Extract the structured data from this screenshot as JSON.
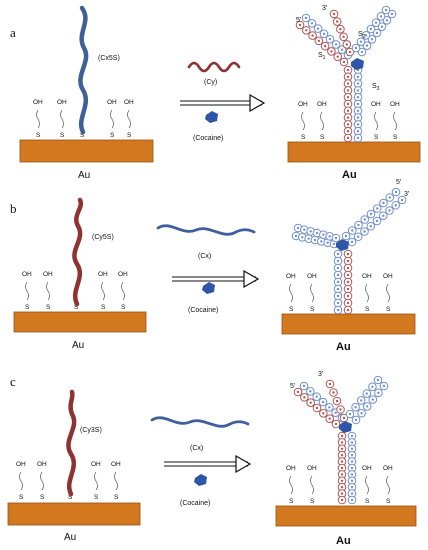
{
  "colors": {
    "gold": "#d2781f",
    "gold_edge": "#9a520f",
    "blue": "#3f5f9a",
    "red": "#8e3232",
    "blue_ring": "#6f8fcf",
    "red_ring": "#b25858",
    "cocaine": "#2e55a8"
  },
  "icons": {
    "arrow": "right-arrow-icon"
  },
  "panels": [
    {
      "letter": "a",
      "probe": "(Cx5S)",
      "partner": "(Cy)",
      "target": "(Cocaine)",
      "surface_left": "Au",
      "surface_right": "Au",
      "end_left": "5’",
      "end_top": "3’",
      "s1": "S",
      "s1_sub": "1",
      "s2": "S",
      "s2_sub": "2",
      "s3": "S",
      "s3_sub": "3"
    },
    {
      "letter": "b",
      "probe": "(Cy5S)",
      "partner": "(Cx)",
      "target": "(Cocaine)",
      "surface_left": "Au",
      "surface_right": "Au",
      "end_a": "5’",
      "end_b": "3’"
    },
    {
      "letter": "c",
      "probe": "(Cy3S)",
      "partner": "(Cx)",
      "target": "(Cocaine)",
      "surface_left": "Au",
      "surface_right": "Au",
      "end_a": "5’",
      "end_b": "3’"
    }
  ],
  "thiol_oh": "OH",
  "thiol_s": "S"
}
